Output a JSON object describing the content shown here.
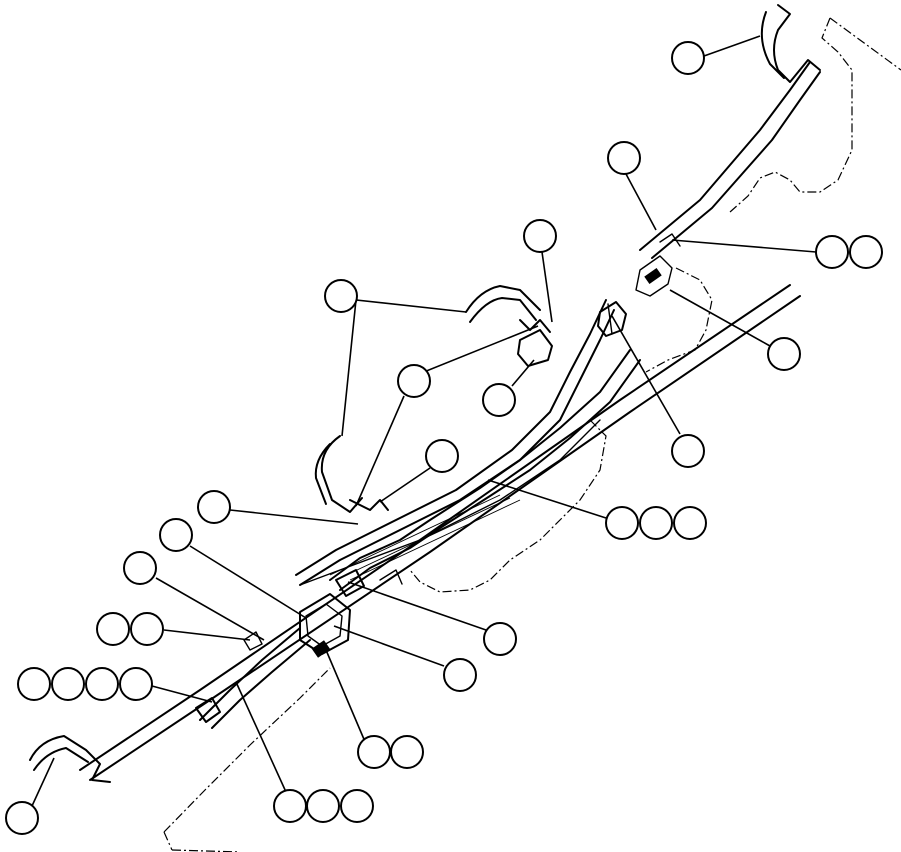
{
  "diagram": {
    "colors": {
      "line": "#000000",
      "background": "#ffffff",
      "callout_fill": "#ffffff"
    },
    "callout_groups": [
      {
        "id": "c-top-clamp",
        "bubbles": 1
      },
      {
        "id": "c-upper-rod",
        "bubbles": 1
      },
      {
        "id": "c-upper-right-pair",
        "bubbles": 2
      },
      {
        "id": "c-right-bolt",
        "bubbles": 1
      },
      {
        "id": "c-mid-clamp",
        "bubbles": 1
      },
      {
        "id": "c-upper-bracket",
        "bubbles": 1
      },
      {
        "id": "c-center-small",
        "bubbles": 1
      },
      {
        "id": "c-lower-bolt-right",
        "bubbles": 1
      },
      {
        "id": "c-mid-bracket",
        "bubbles": 1
      },
      {
        "id": "c-lower-clip",
        "bubbles": 1
      },
      {
        "id": "c-rod-triple",
        "bubbles": 3
      },
      {
        "id": "c-left-upper",
        "bubbles": 1
      },
      {
        "id": "c-left-mid",
        "bubbles": 1
      },
      {
        "id": "c-left-pair",
        "bubbles": 2
      },
      {
        "id": "c-lower-right-a",
        "bubbles": 1
      },
      {
        "id": "c-lower-right-b",
        "bubbles": 1
      },
      {
        "id": "c-left-quad",
        "bubbles": 4
      },
      {
        "id": "c-bottom-pair",
        "bubbles": 2
      },
      {
        "id": "c-bottom-triple",
        "bubbles": 3
      },
      {
        "id": "c-bottom-clamp",
        "bubbles": 1
      }
    ]
  }
}
